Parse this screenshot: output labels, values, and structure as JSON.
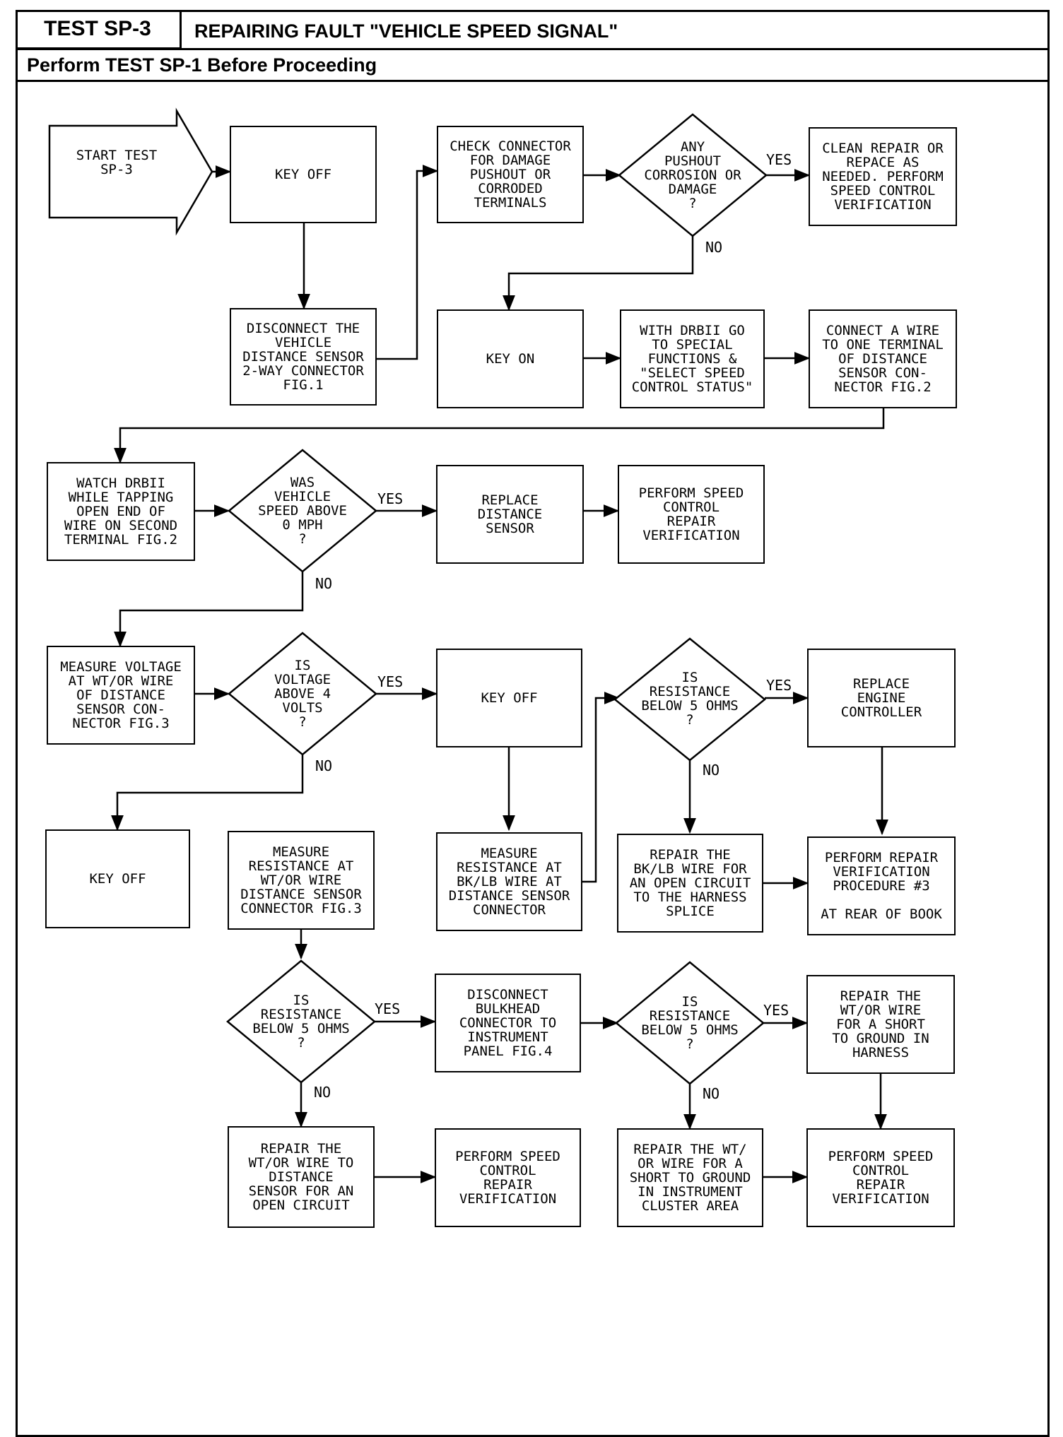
{
  "header": {
    "test_id": "TEST SP-3",
    "title": "REPAIRING FAULT \"VEHICLE SPEED SIGNAL\"",
    "subtitle": "Perform TEST SP-1 Before Proceeding"
  },
  "nodes": {
    "start": "START TEST\nSP-3",
    "key_off_1": "KEY OFF",
    "disconnect_vds": "DISCONNECT THE\nVEHICLE\nDISTANCE SENSOR\n2-WAY CONNECTOR\nFIG.1",
    "check_connector": "CHECK CONNECTOR\nFOR DAMAGE\nPUSHOUT OR\nCORRODED\nTERMINALS",
    "q_pushout": "ANY\nPUSHOUT\nCORROSION OR\nDAMAGE\n?",
    "clean_repair": "CLEAN REPAIR OR\nREPACE AS\nNEEDED. PERFORM\nSPEED CONTROL\nVERIFICATION",
    "key_on": "KEY ON",
    "drbii_select": "WITH DRBII GO\nTO SPECIAL\nFUNCTIONS &\n\"SELECT SPEED\nCONTROL STATUS\"",
    "connect_wire": "CONNECT A WIRE\nTO ONE TERMINAL\nOF DISTANCE\nSENSOR CON-\nNECTOR FIG.2",
    "watch_drbii": "WATCH DRBII\nWHILE TAPPING\nOPEN END OF\nWIRE ON SECOND\nTERMINAL FIG.2",
    "q_speed": "WAS\nVEHICLE\nSPEED ABOVE\n0 MPH\n?",
    "replace_sensor": "REPLACE\nDISTANCE\nSENSOR",
    "perform_verif_1": "PERFORM SPEED\nCONTROL\nREPAIR\nVERIFICATION",
    "measure_voltage": "MEASURE VOLTAGE\nAT WT/OR WIRE\nOF DISTANCE\nSENSOR CON-\nNECTOR FIG.3",
    "q_voltage": "IS\nVOLTAGE\nABOVE 4\nVOLTS\n?",
    "key_off_2": "KEY OFF",
    "q_resist_bklb": "IS\nRESISTANCE\nBELOW 5 OHMS\n?",
    "replace_controller": "REPLACE\nENGINE\nCONTROLLER",
    "key_off_3": "KEY OFF",
    "measure_res_wt": "MEASURE\nRESISTANCE AT\nWT/OR WIRE\nDISTANCE SENSOR\nCONNECTOR FIG.3",
    "measure_res_bklb": "MEASURE\nRESISTANCE AT\nBK/LB WIRE AT\nDISTANCE SENSOR\nCONNECTOR",
    "repair_bklb": "REPAIR THE\nBK/LB WIRE FOR\nAN OPEN CIRCUIT\nTO THE HARNESS\nSPLICE",
    "perform_proc3": "PERFORM REPAIR\nVERIFICATION\nPROCEDURE #3\n\nAT REAR OF BOOK",
    "q_resist_wt": "IS\nRESISTANCE\nBELOW 5 OHMS\n?",
    "disconnect_bulkhead": "DISCONNECT\nBULKHEAD\nCONNECTOR TO\nINSTRUMENT\nPANEL FIG.4",
    "q_resist_panel": "IS\nRESISTANCE\nBELOW 5 OHMS\n?",
    "repair_short_harness": "REPAIR THE\nWT/OR WIRE\nFOR A SHORT\nTO GROUND IN\nHARNESS",
    "repair_open_wt": "REPAIR THE\nWT/OR WIRE TO\nDISTANCE\nSENSOR FOR AN\nOPEN CIRCUIT",
    "perform_verif_2": "PERFORM SPEED\nCONTROL\nREPAIR\nVERIFICATION",
    "repair_short_cluster": "REPAIR THE WT/\nOR WIRE FOR A\nSHORT TO GROUND\nIN INSTRUMENT\nCLUSTER AREA",
    "perform_verif_3": "PERFORM SPEED\nCONTROL\nREPAIR\nVERIFICATION"
  },
  "labels": {
    "yes": "YES",
    "no": "NO"
  }
}
